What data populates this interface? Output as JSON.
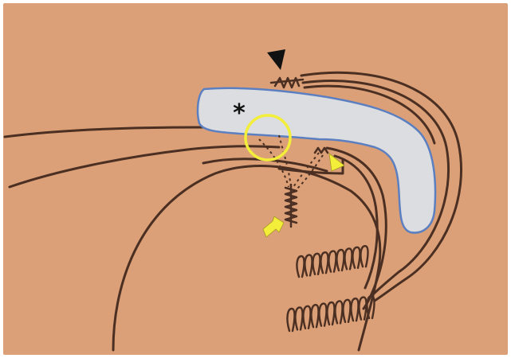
{
  "figure": {
    "paper_color": "#dba077",
    "ink_color": "#4a2f22",
    "bone_fill": "#dcdde0",
    "bone_outline": "#5b7fc0",
    "highlight_color": "#f2ee3a",
    "bone_label": "*"
  },
  "markers": [
    {
      "name": "black-arrowhead-marker",
      "kind": "arrowhead",
      "color": "#111111"
    },
    {
      "name": "yellow-arrowhead-marker",
      "kind": "arrowhead",
      "color": "#f2ee3a"
    },
    {
      "name": "yellow-arrow-marker",
      "kind": "arrow",
      "color": "#f2ee3a"
    },
    {
      "name": "yellow-circle-marker",
      "kind": "circle",
      "color": "#f2ee3a"
    }
  ]
}
